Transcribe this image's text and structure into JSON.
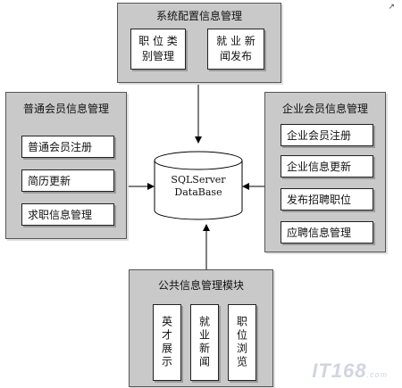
{
  "top_module": {
    "title": "系统配置信息管理",
    "items": [
      "职位类别管理",
      "就业新闻发布"
    ]
  },
  "left_module": {
    "title": "普通会员信息管理",
    "items": [
      "普通会员注册",
      "简历更新",
      "求职信息管理"
    ]
  },
  "right_module": {
    "title": "企业会员信息管理",
    "items": [
      "企业会员注册",
      "企业信息更新",
      "发布招聘职位",
      "应聘信息管理"
    ]
  },
  "bottom_module": {
    "title": "公共信息管理模块",
    "items": [
      "英才展示",
      "就业新闻",
      "职位浏览"
    ]
  },
  "database": {
    "line1": "SQLServer",
    "line2": "DataBase"
  },
  "watermark": {
    "text": "IT168",
    "suffix": ".com"
  },
  "colors": {
    "panel": "#c9c9c9",
    "box": "#ffffff",
    "line": "#000000"
  }
}
